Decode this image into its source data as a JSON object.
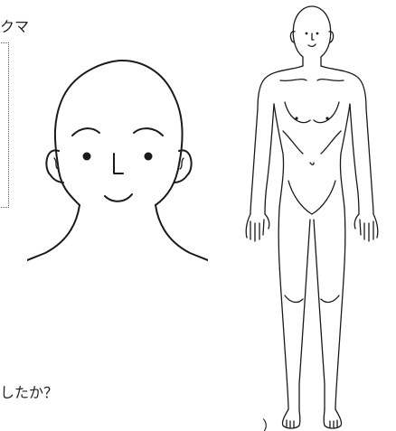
{
  "texts": {
    "top_fragment": "クマ",
    "bottom_question": "したか？",
    "paren_fragment": "）"
  },
  "figures": {
    "head_illustration": "head-face-diagram",
    "body_illustration": "full-body-front-diagram"
  },
  "colors": {
    "line": "#1a1a1a",
    "background": "#ffffff"
  }
}
